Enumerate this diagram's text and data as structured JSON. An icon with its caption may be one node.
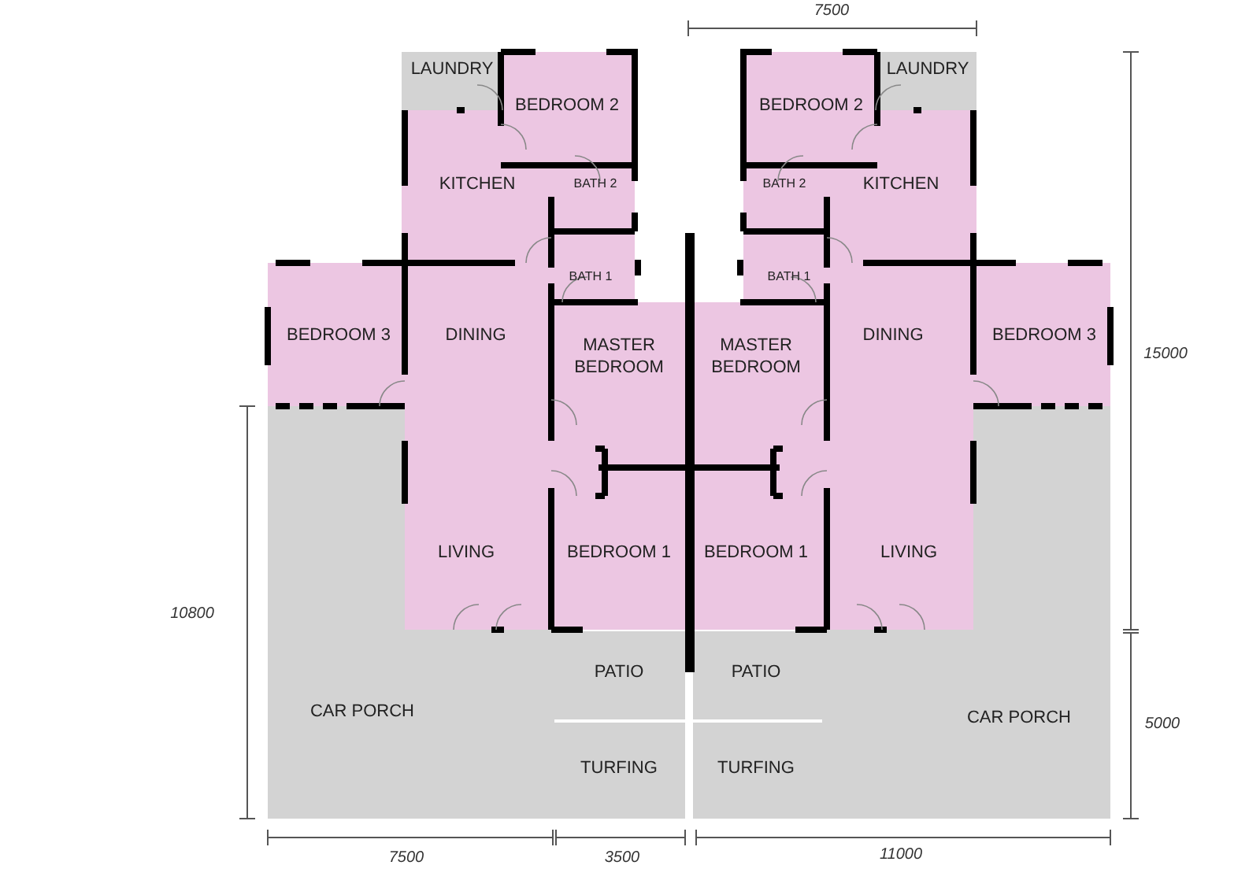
{
  "diagram": {
    "nodes": [
      {
        "text": [
          "LAUNDRY"
        ]
      },
      {
        "text": [
          "BEDROOM 2"
        ]
      },
      {
        "text": [
          "BEDROOM 2"
        ]
      },
      {
        "text": [
          "LAUNDRY"
        ]
      },
      {
        "text": [
          "KITCHEN"
        ]
      },
      {
        "text": [
          "BATH 2"
        ]
      },
      {
        "text": [
          "BATH 2"
        ]
      },
      {
        "text": [
          "KITCHEN"
        ]
      },
      {
        "text": [
          "BATH 1"
        ]
      },
      {
        "text": [
          "BATH 1"
        ]
      },
      {
        "text": [
          "BEDROOM 3"
        ]
      },
      {
        "text": [
          "DINING"
        ]
      },
      {
        "text": [
          "MASTER BEDROOM"
        ]
      },
      {
        "text": [
          "MASTER BEDROOM"
        ]
      },
      {
        "text": [
          "DINING"
        ]
      },
      {
        "text": [
          "BEDROOM 3"
        ]
      },
      {
        "text": [
          "LIVING"
        ]
      },
      {
        "text": [
          "BEDROOM 1"
        ]
      },
      {
        "text": [
          "BEDROOM 1"
        ]
      },
      {
        "text": [
          "LIVING"
        ]
      },
      {
        "text": [
          "PATIO"
        ]
      },
      {
        "text": [
          "PATIO"
        ]
      },
      {
        "text": [
          "CAR PORCH"
        ]
      },
      {
        "text": [
          "CAR PORCH"
        ]
      },
      {
        "text": [
          "TURFING"
        ]
      },
      {
        "text": [
          "TURFING"
        ]
      }
    ],
    "labels": [
      "7500",
      "15000",
      "10800",
      "5000",
      "7500",
      "3500",
      "11000"
    ]
  }
}
